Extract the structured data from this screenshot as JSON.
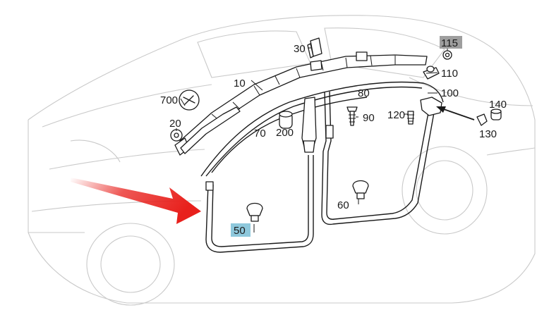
{
  "callouts": {
    "c10": "10",
    "c20": "20",
    "c30": "30",
    "c50": "50",
    "c60": "60",
    "c70": "70",
    "c80": "80",
    "c90": "90",
    "c100": "100",
    "c110": "110",
    "c115": "115",
    "c120": "120",
    "c130": "130",
    "c140": "140",
    "c200": "200",
    "c700": "700"
  },
  "highlights": {
    "c115_color": "#9e9e9e",
    "c50_color": "#8ec8dc"
  },
  "pointer_arrow_color": "#e8201c"
}
